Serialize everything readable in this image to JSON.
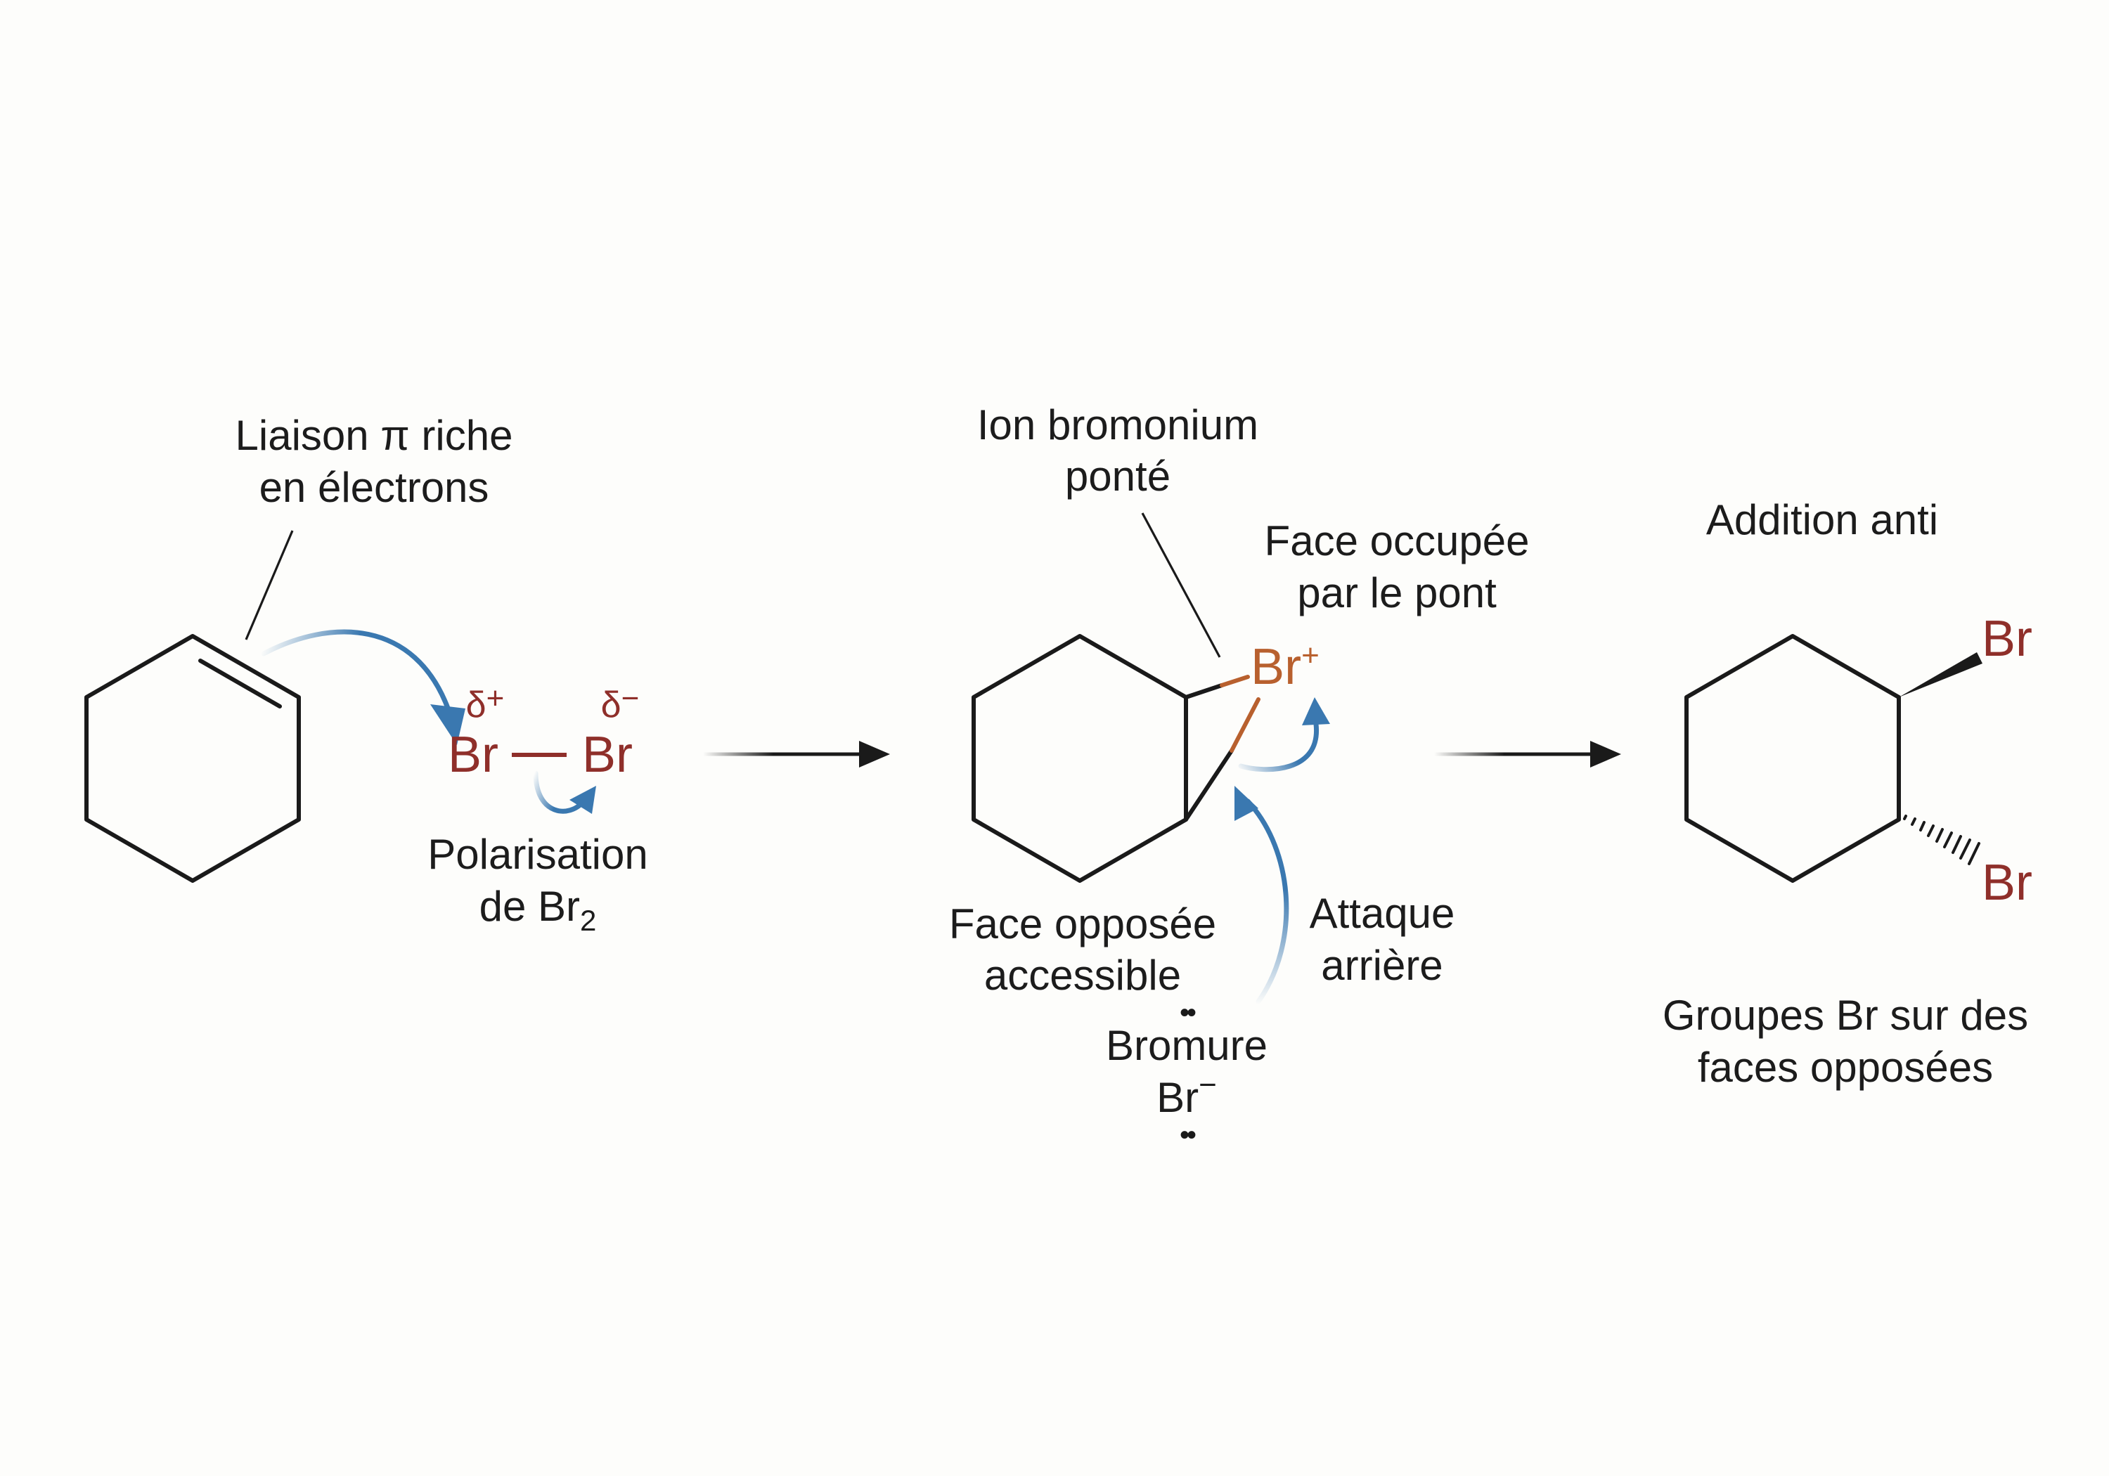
{
  "labels": {
    "pi_bond_line1": "Liaison π riche",
    "pi_bond_line2": "en électrons",
    "br_left": "Br",
    "br_right": "Br",
    "delta_plus": "δ",
    "delta_plus_sign": "+",
    "delta_minus": "δ",
    "delta_minus_sign": "−",
    "polarisation_line1": "Polarisation",
    "polarisation_line2": "de Br",
    "polarisation_sub": "2",
    "bromonium_line1": "Ion bromonium",
    "bromonium_line2": "ponté",
    "occupied_face_line1": "Face occupée",
    "occupied_face_line2": "par le pont",
    "bromonium_br": "Br",
    "bromonium_charge": "+",
    "opposite_face_line1": "Face opposée",
    "opposite_face_line2": "accessible",
    "attack_line1": "Attaque",
    "attack_line2": "arrière",
    "lone_pair_top": "••",
    "bromide_line1": "Bromure",
    "bromide_br": "Br",
    "bromide_charge": "−",
    "lone_pair_bottom": "••",
    "anti_title": "Addition anti",
    "product_br_top": "Br",
    "product_br_bottom": "Br",
    "product_caption_line1": "Groupes Br sur des",
    "product_caption_line2": "faces opposées"
  },
  "colors": {
    "bond": "#1a1a1a",
    "bromine_red": "#8f2f2a",
    "bromonium_orange": "#b8602e",
    "curved_arrow_blue": "#3a78b0",
    "text": "#1c1c1c"
  }
}
